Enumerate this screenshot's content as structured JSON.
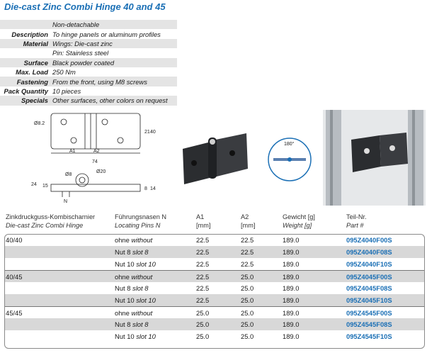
{
  "title": "Die-cast Zinc Combi Hinge 40 and 45",
  "specs": [
    {
      "label": "",
      "value": "Non-detachable"
    },
    {
      "label": "Description",
      "value": "To hinge panels or aluminum profiles"
    },
    {
      "label": "Material",
      "value": "Wings: Die-cast zinc"
    },
    {
      "label": "",
      "value": "Pin: Stainless steel"
    },
    {
      "label": "Surface",
      "value": "Black powder coated"
    },
    {
      "label": "Max. Load",
      "value": "250 Nm"
    },
    {
      "label": "Fastening",
      "value": "From the front, using M8 screws"
    },
    {
      "label": "Pack Quantity",
      "value": "10 pieces"
    },
    {
      "label": "Specials",
      "value": "Other surfaces, other colors on request"
    }
  ],
  "drawing": {
    "dim_d82": "Ø8.2",
    "dim_21": "21",
    "dim_40": "40",
    "dim_a1": "A1",
    "dim_a2": "A2",
    "dim_74": "74",
    "dim_d8": "Ø8",
    "dim_d20": "Ø20",
    "dim_24": "24",
    "dim_15": "15",
    "dim_8": "8",
    "dim_14": "14",
    "dim_n": "N"
  },
  "angle_label": "180°",
  "table": {
    "headers": {
      "name_de": "Zinkdruckguss-Kombischarnier",
      "name_en": "Die-cast Zinc Combi Hinge",
      "loc_de": "Führungsnasen N",
      "loc_en": "Locating Pins N",
      "a1": "A1",
      "a1_unit": "[mm]",
      "a2": "A2",
      "a2_unit": "[mm]",
      "weight_de": "Gewicht [g]",
      "weight_en": "Weight [g]",
      "part_de": "Teil-Nr.",
      "part_en": "Part #"
    },
    "rows": [
      {
        "name": "40/40",
        "loc_de": "ohne",
        "loc_en": "without",
        "a1": "22.5",
        "a2": "22.5",
        "weight": "189.0",
        "part": "095Z4040F00S"
      },
      {
        "name": "",
        "loc_de": "Nut 8",
        "loc_en": "slot 8",
        "a1": "22.5",
        "a2": "22.5",
        "weight": "189.0",
        "part": "095Z4040F08S"
      },
      {
        "name": "",
        "loc_de": "Nut 10",
        "loc_en": "slot 10",
        "a1": "22.5",
        "a2": "22.5",
        "weight": "189.0",
        "part": "095Z4040F10S"
      },
      {
        "name": "40/45",
        "loc_de": "ohne",
        "loc_en": "without",
        "a1": "22.5",
        "a2": "25.0",
        "weight": "189.0",
        "part": "095Z4045F00S"
      },
      {
        "name": "",
        "loc_de": "Nut 8",
        "loc_en": "slot 8",
        "a1": "22.5",
        "a2": "25.0",
        "weight": "189.0",
        "part": "095Z4045F08S"
      },
      {
        "name": "",
        "loc_de": "Nut 10",
        "loc_en": "slot 10",
        "a1": "22.5",
        "a2": "25.0",
        "weight": "189.0",
        "part": "095Z4045F10S"
      },
      {
        "name": "45/45",
        "loc_de": "ohne",
        "loc_en": "without",
        "a1": "25.0",
        "a2": "25.0",
        "weight": "189.0",
        "part": "095Z4545F00S"
      },
      {
        "name": "",
        "loc_de": "Nut 8",
        "loc_en": "slot 8",
        "a1": "25.0",
        "a2": "25.0",
        "weight": "189.0",
        "part": "095Z4545F08S"
      },
      {
        "name": "",
        "loc_de": "Nut 10",
        "loc_en": "slot 10",
        "a1": "25.0",
        "a2": "25.0",
        "weight": "189.0",
        "part": "095Z4545F10S"
      }
    ]
  },
  "colors": {
    "accent": "#1a6fb5",
    "shade": "#d8d8d8",
    "hinge": "#2b2d30"
  }
}
